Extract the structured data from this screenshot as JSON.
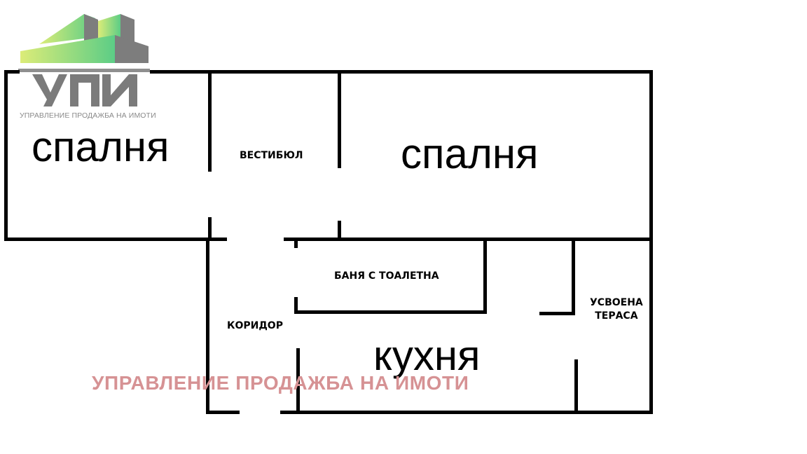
{
  "logo": {
    "name": "УПИ",
    "tagline": "УПРАВЛЕНИЕ ПРОДАЖБА НА ИМОТИ",
    "colors": {
      "green_light": "#d8ea7a",
      "green": "#5fcf86",
      "gray": "#7b7b7b"
    }
  },
  "rooms": {
    "bedroom_left": "спалня",
    "vestibule": "ВЕСТИБЮЛ",
    "bedroom_right": "спалня",
    "bathroom": "БАНЯ С ТОАЛЕТНА",
    "corridor": "КОРИДОР",
    "kitchen": "кухня",
    "terrace_line1": "УСВОЕНА",
    "terrace_line2": "ТЕРАСА"
  },
  "watermark": {
    "text": "УПРАВЛЕНИЕ ПРОДАЖБА НА ИМОТИ",
    "color": "#d69294"
  },
  "colors": {
    "wall": "#000000",
    "background": "#ffffff"
  }
}
